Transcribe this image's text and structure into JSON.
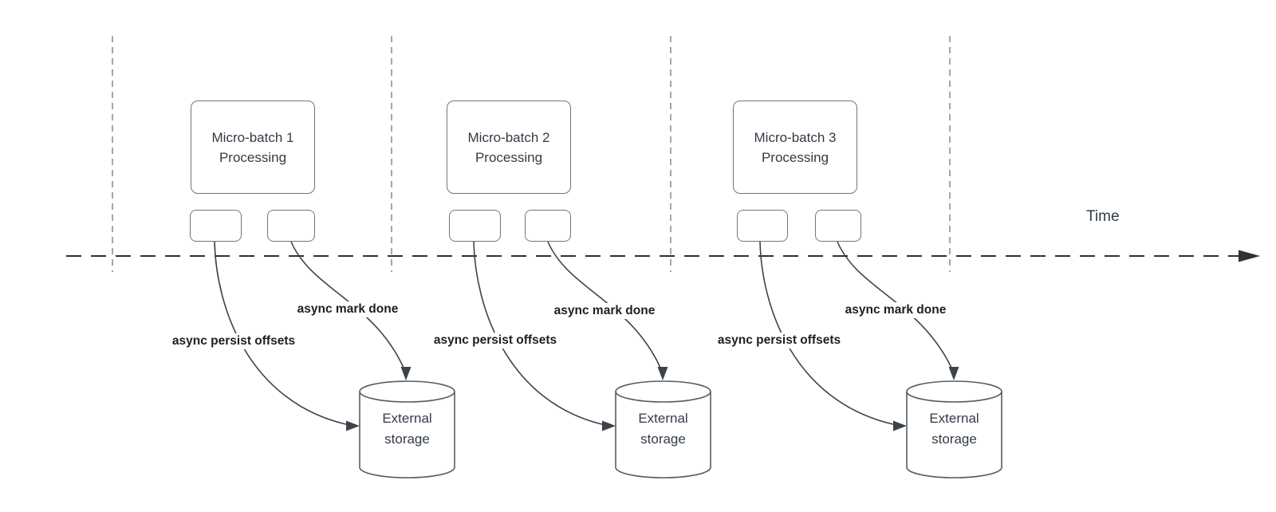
{
  "time_axis_label": "Time",
  "groups": [
    {
      "title_line1": "Micro-batch 1",
      "title_line2": "Processing",
      "persist_arrow_label": "async persist offsets",
      "done_arrow_label": "async mark done",
      "storage_line1": "External",
      "storage_line2": "storage"
    },
    {
      "title_line1": "Micro-batch 2",
      "title_line2": "Processing",
      "persist_arrow_label": "async persist offsets",
      "done_arrow_label": "async mark done",
      "storage_line1": "External",
      "storage_line2": "storage"
    },
    {
      "title_line1": "Micro-batch 3",
      "title_line2": "Processing",
      "persist_arrow_label": "async persist offsets",
      "done_arrow_label": "async mark done",
      "storage_line1": "External",
      "storage_line2": "storage"
    }
  ],
  "colors": {
    "background": "#ffffff",
    "guide": "#a6a6a6",
    "timeline": "#2e3238",
    "arrow": "#3c434c",
    "box_border": "#70757d",
    "box_text": "#333b45",
    "label_text": "#1c1f24",
    "cylinder_border": "#565c66"
  }
}
